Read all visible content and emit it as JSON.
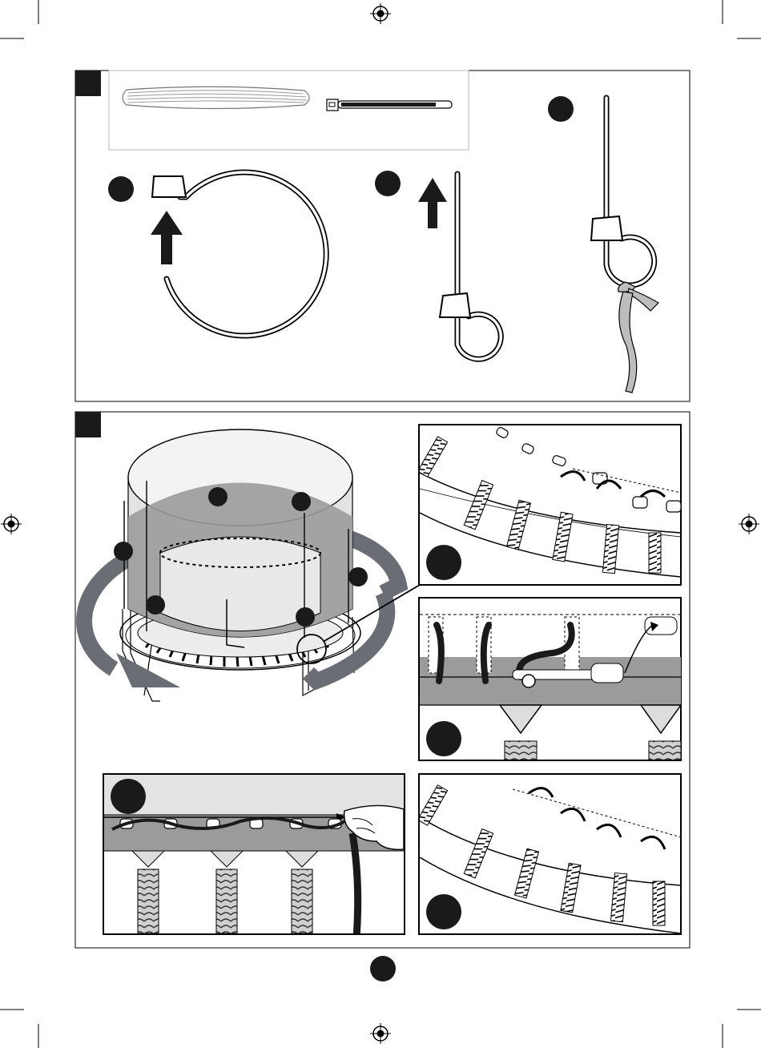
{
  "page": {
    "crop_marks": true,
    "registration_marks": [
      "top-center",
      "left-middle",
      "right-middle",
      "bottom-center"
    ]
  },
  "step_top": {
    "step_badge_color": "#1a1a1a",
    "parts": [
      "netting-rope-bundle-icon",
      "cable-tie-icon"
    ],
    "substeps": [
      "clip-open-hook",
      "clip-straight-pin",
      "clip-with-ribbon"
    ],
    "ribbon_color": "#bdbdbd"
  },
  "step_bottom": {
    "step_badge_color": "#1a1a1a",
    "net_band_color": "#9b9b9b",
    "arrow_color": "#6a6d73",
    "callouts": [
      "detail-loops-before",
      "detail-threading",
      "detail-pulling-rope",
      "detail-loops-after"
    ]
  },
  "footer": {
    "page_badge_color": "#1a1a1a"
  }
}
